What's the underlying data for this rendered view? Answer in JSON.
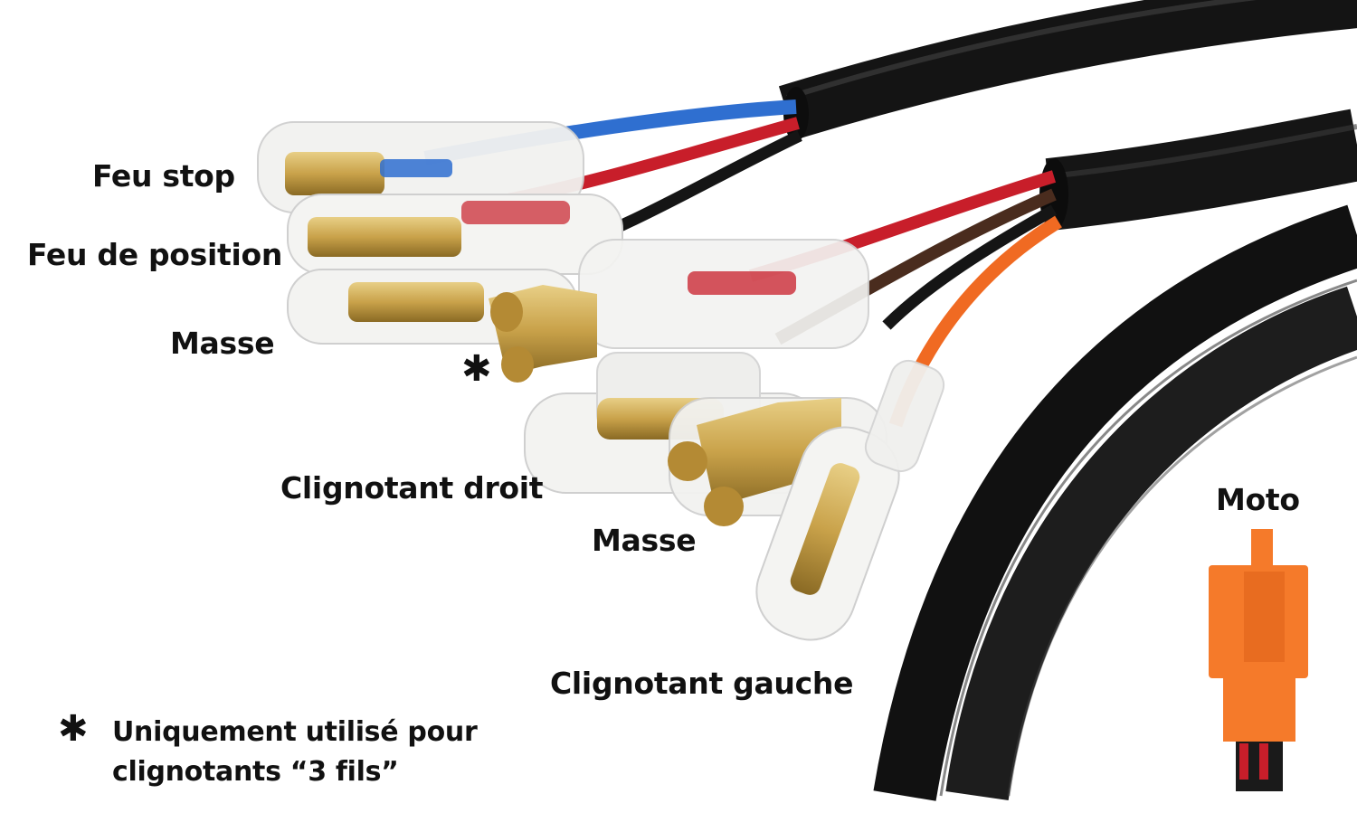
{
  "labels": {
    "feu_stop": "Feu stop",
    "feu_position": "Feu de position",
    "masse_top": "Masse",
    "clignotant_droit": "Clignotant droit",
    "masse_bottom": "Masse",
    "clignotant_gauche": "Clignotant gauche",
    "moto": "Moto"
  },
  "footnote": {
    "marker": "✱",
    "line1": "Uniquement utilisé pour",
    "line2": "clignotants “3 fils”"
  },
  "colors": {
    "cable_sheath": "#1c1c1c",
    "wire_blue": "#2f6fd0",
    "wire_red": "#c81e2a",
    "wire_black": "#151515",
    "wire_brown": "#4a2c1e",
    "wire_orange": "#f06a22",
    "brass": "#c9a24a",
    "sleeve": "#f2f2f0",
    "connector_orange": "#f57a2a"
  }
}
